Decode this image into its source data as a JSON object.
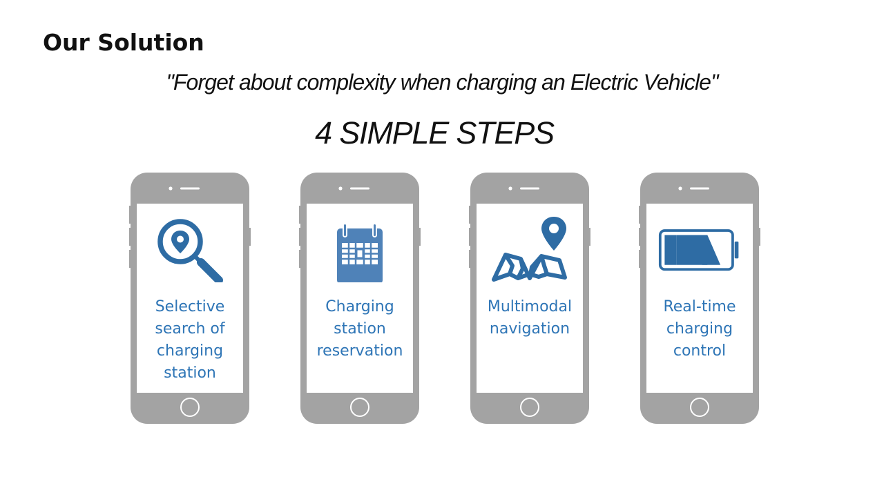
{
  "slide": {
    "title": "Our Solution",
    "tagline": "\"Forget about complexity when charging an Electric Vehicle\"",
    "headline": "4 SIMPLE STEPS"
  },
  "colors": {
    "icon_blue": "#2e6ca4",
    "text_blue": "#2e75b6",
    "phone_gray": "#a3a3a3"
  },
  "steps": [
    {
      "label": "Selective search of charging station",
      "icon": "search-location-icon"
    },
    {
      "label": "Charging station reservation",
      "icon": "calendar-icon"
    },
    {
      "label": "Multimodal navigation",
      "icon": "map-pin-icon"
    },
    {
      "label": "Real-time charging control",
      "icon": "battery-icon"
    }
  ]
}
